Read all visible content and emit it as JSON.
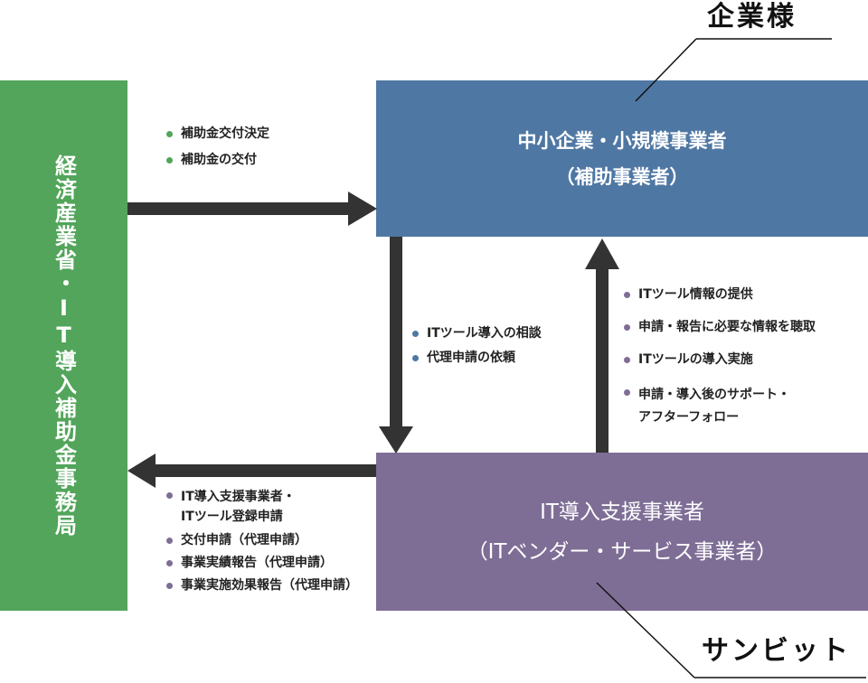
{
  "colors": {
    "green": "#52a55a",
    "blue": "#4f77a3",
    "purple": "#7e6e96",
    "arrow": "#333333"
  },
  "nodes": {
    "meti": {
      "label": "経済産業省・IT導入補助金事務局",
      "color": "#52a55a"
    },
    "sme": {
      "line1": "中小企業・小規模事業者",
      "line2": "（補助事業者）",
      "color": "#4f77a3"
    },
    "vendor": {
      "line1": "IT導入支援事業者",
      "line2": "（ITベンダー・サービス事業者）",
      "color": "#7e6e96"
    }
  },
  "corner_labels": {
    "top_right": "企業様",
    "bottom_right": "サンビット"
  },
  "edges": {
    "meti_to_sme": {
      "bullet_color": "#52a55a",
      "items": [
        "補助金交付決定",
        "補助金の交付"
      ]
    },
    "sme_to_vendor": {
      "bullet_color": "#4f77a3",
      "items": [
        "ITツール導入の相談",
        "代理申請の依頼"
      ]
    },
    "vendor_to_sme": {
      "bullet_color": "#7e6e96",
      "items": [
        {
          "lines": [
            "ITツール情報の提供"
          ]
        },
        {
          "lines": [
            "申請・報告に必要な情報を聴取"
          ]
        },
        {
          "lines": [
            "ITツールの導入実施"
          ]
        },
        {
          "lines": [
            "申請・導入後のサポート・",
            "アフターフォロー"
          ]
        }
      ]
    },
    "vendor_to_meti": {
      "bullet_color": "#7e6e96",
      "items": [
        {
          "lines": [
            "IT導入支援事業者・",
            "ITツール登録申請"
          ]
        },
        {
          "lines": [
            "交付申請（代理申請）"
          ]
        },
        {
          "lines": [
            "事業実績報告（代理申請）"
          ]
        },
        {
          "lines": [
            "事業実施効果報告（代理申請）"
          ]
        }
      ]
    }
  }
}
